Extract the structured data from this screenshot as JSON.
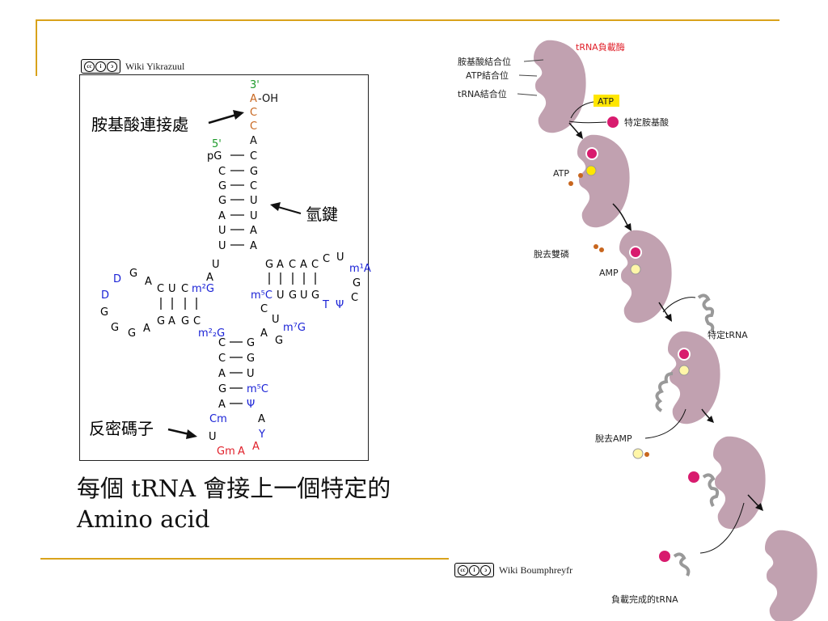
{
  "left_figure": {
    "credit": "Wiki Yikrazuul",
    "cc_labels": [
      "BY",
      "SA"
    ],
    "labels": {
      "amino_site": "胺基酸連接處",
      "hbond": "氫鍵",
      "anticodon": "反密碼子"
    },
    "acceptor": {
      "three_prime": "3'",
      "a": "A",
      "oh": "-OH",
      "c1": "C",
      "c2": "C",
      "a2": "A",
      "five_prime": "5'"
    },
    "stem_left": [
      "pG",
      "C",
      "G",
      "G",
      "A",
      "U",
      "U"
    ],
    "stem_right": [
      "C",
      "G",
      "C",
      "U",
      "U",
      "A",
      "A"
    ],
    "u_junction": "U",
    "a_junction": "A",
    "d_arm": {
      "top": [
        "C",
        "U",
        "C",
        "m²G"
      ],
      "bottom": [
        "G",
        "A",
        "G",
        "C"
      ],
      "loop": [
        "A",
        "G",
        "D",
        "D",
        "G",
        "G",
        "G",
        "A"
      ],
      "m2_2g": "m²₂G"
    },
    "t_arm": {
      "top": [
        "G",
        "A",
        "C",
        "A",
        "C"
      ],
      "bottom": [
        "m⁵C",
        "U",
        "G",
        "U",
        "G"
      ],
      "loop": [
        "C",
        "U",
        "m¹A",
        "G",
        "C",
        "Ψ",
        "T"
      ],
      "under": [
        "C",
        "U",
        "m⁷G",
        "G",
        "A"
      ]
    },
    "ac_stem_left": [
      "C",
      "C",
      "A",
      "G",
      "A"
    ],
    "ac_stem_right": [
      "G",
      "G",
      "U",
      "m⁵C",
      "Ψ"
    ],
    "ac_loop": {
      "cm": "Cm",
      "u": "U",
      "gm": "Gm",
      "a1": "A",
      "a2": "A",
      "y": "Y",
      "a3": "A"
    }
  },
  "caption": {
    "line1": "每個 tRNA 會接上一個特定的",
    "line2": "Amino acid"
  },
  "right_figure": {
    "enzyme": "tRNA負載酶",
    "site_amino": "胺基酸結合位",
    "site_atp": "ATP結合位",
    "site_trna": "tRNA結合位",
    "atp_box": "ATP",
    "amino": "特定胺基酸",
    "atp": "ATP",
    "ppi": "脫去雙磷",
    "amp": "AMP",
    "trna": "特定tRNA",
    "release_amp": "脫去AMP",
    "charged": "負載完成的tRNA",
    "credit": "Wiki Boumphreyfr",
    "cc_labels": [
      "BY",
      "SA"
    ]
  },
  "colors": {
    "rule": "#d9a21b",
    "enzyme": "#c1a1b0",
    "amino": "#d81b6e",
    "atp": "#ffe600",
    "modified": "#1a22d6",
    "red_base": "#e0202a",
    "green": "#1d9a2a",
    "orange_base": "#c8661e"
  }
}
